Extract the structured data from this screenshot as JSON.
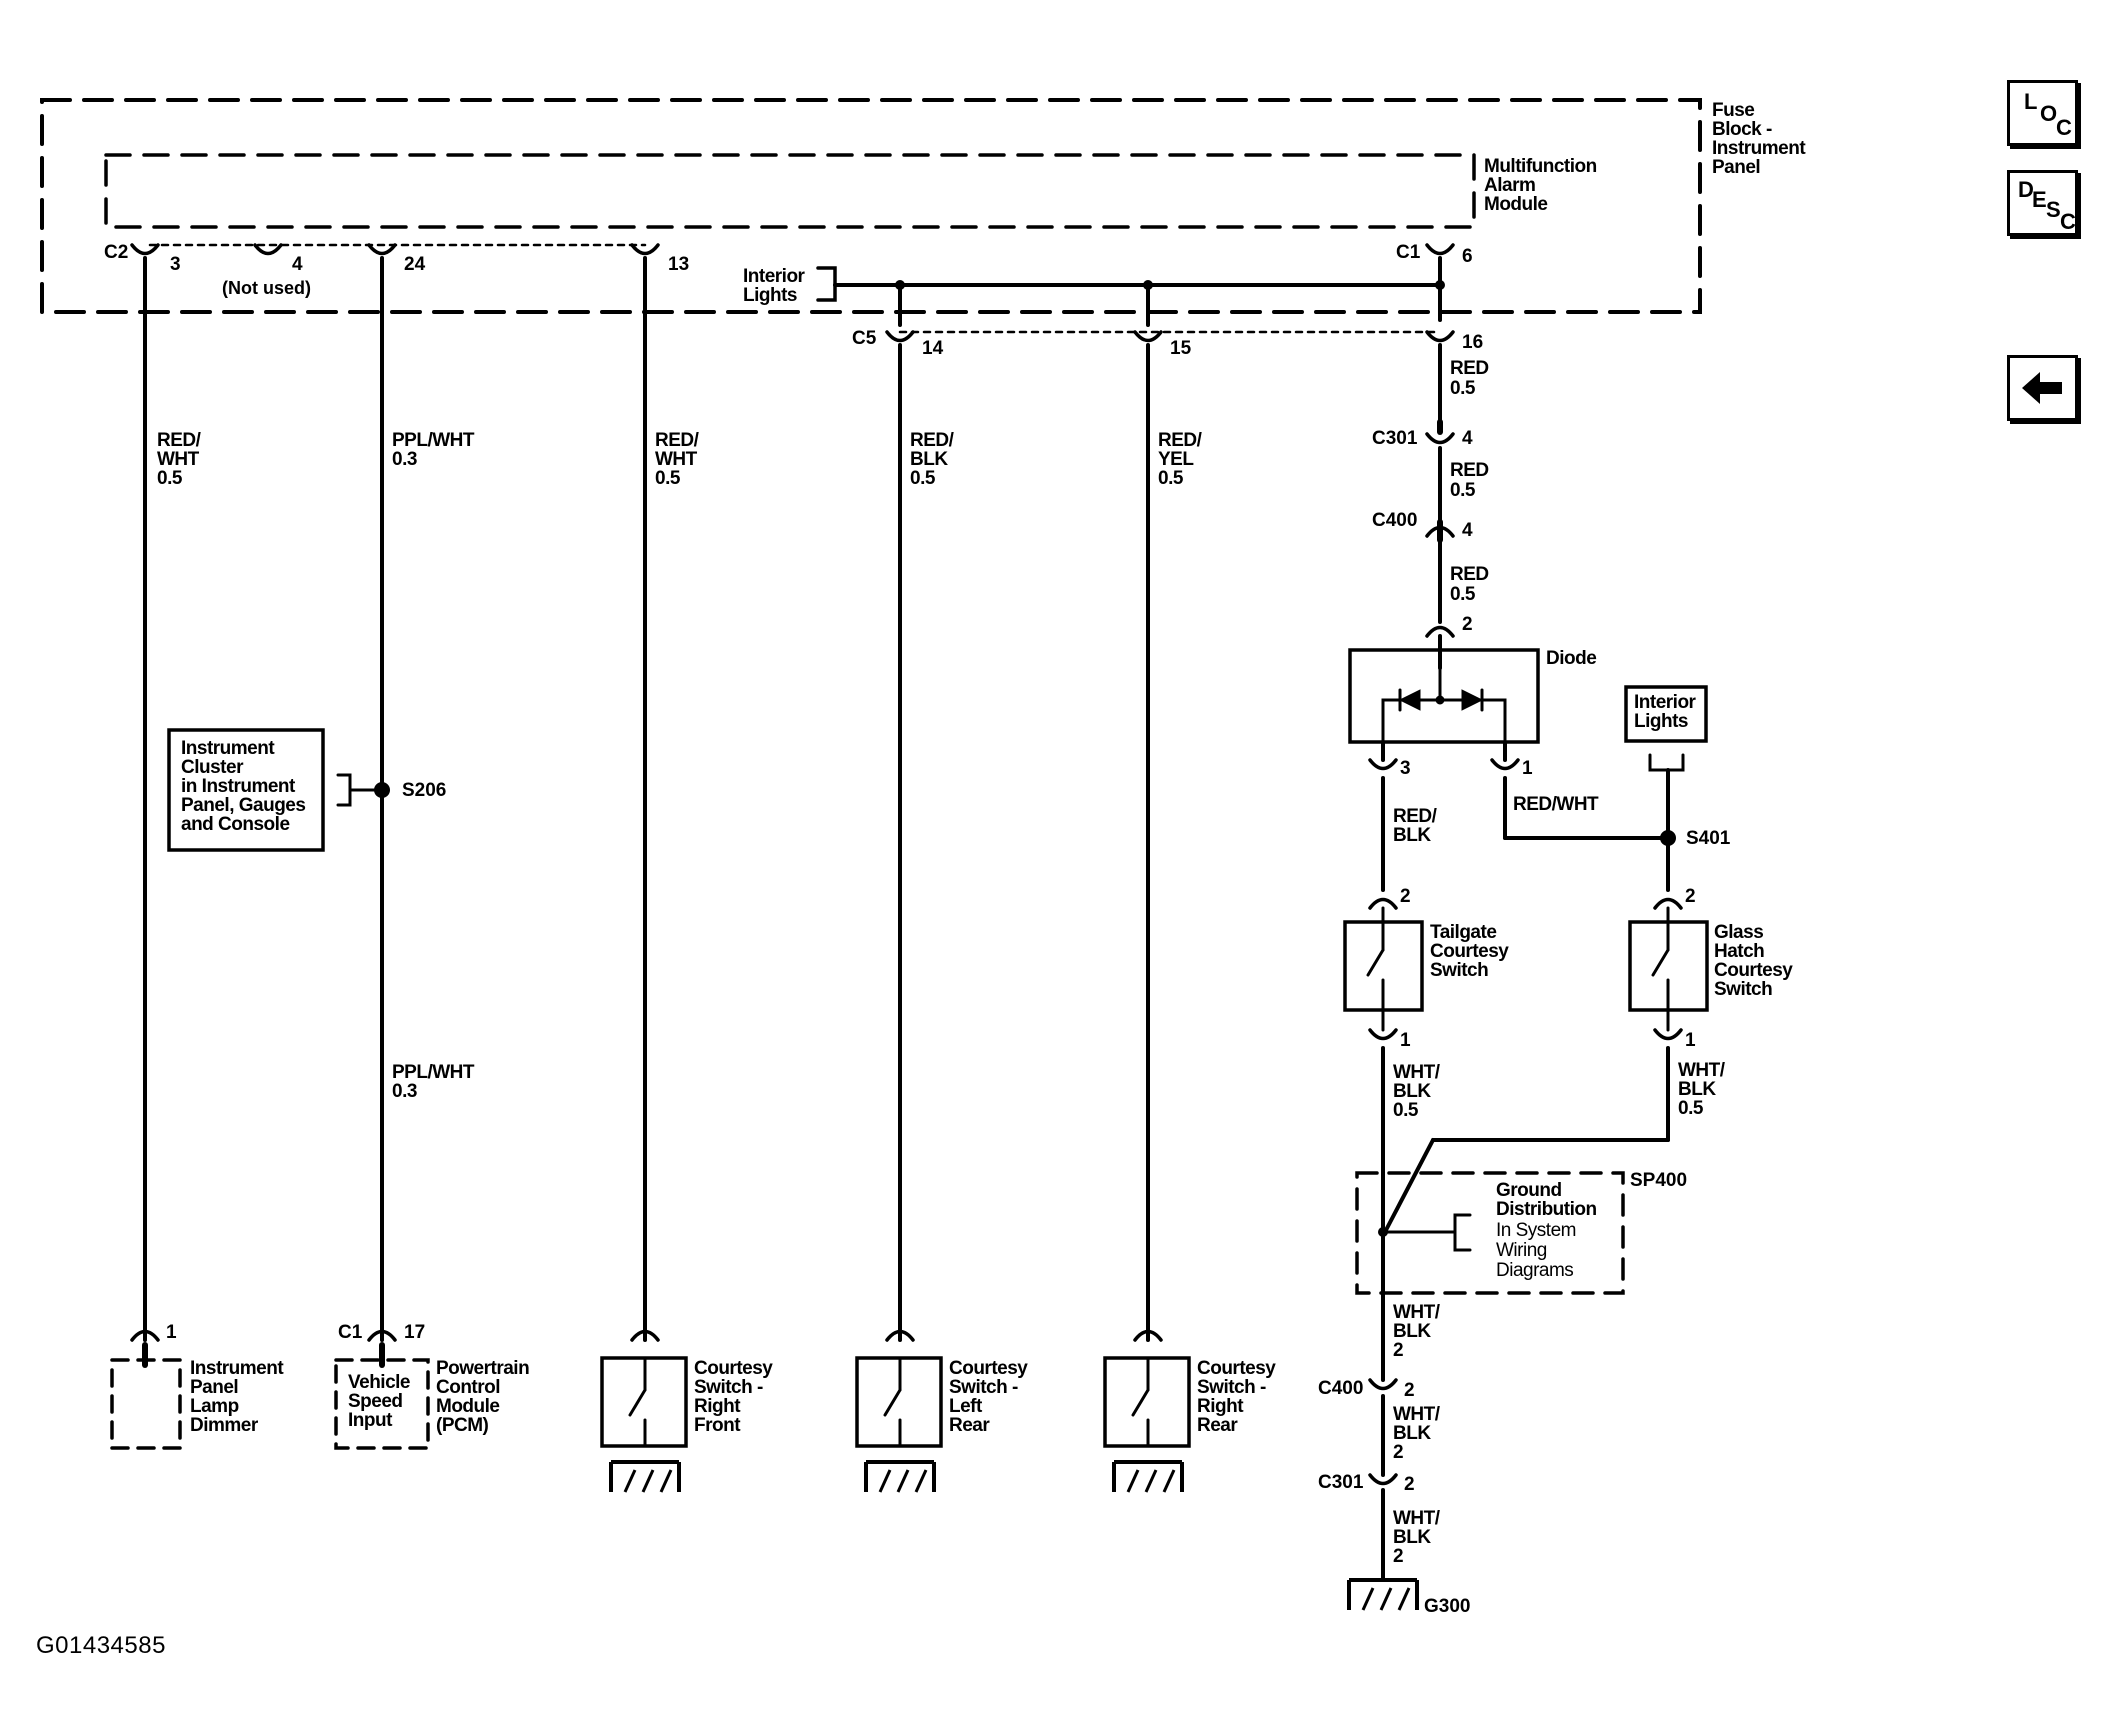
{
  "nav": {
    "loc": {
      "l1": "L",
      "l2": "O",
      "l3": "C"
    },
    "desc": {
      "l1": "D",
      "l2": "E",
      "l3": "S",
      "l4": "C"
    }
  },
  "figure_id": "G01434585",
  "modules": {
    "fuse_block": [
      "Fuse",
      "Block -",
      "Instrument",
      "Panel"
    ],
    "alarm_module": [
      "Multifunction",
      "Alarm",
      "Module"
    ],
    "interior_lights_top": [
      "Interior",
      "Lights"
    ],
    "diode": "Diode",
    "interior_lights_box": [
      "Interior",
      "Lights"
    ],
    "instrument_cluster": [
      "Instrument",
      "Cluster",
      "in Instrument",
      "Panel, Gauges",
      "and Console"
    ],
    "tailgate_switch": [
      "Tailgate",
      "Courtesy",
      "Switch"
    ],
    "glass_hatch_switch": [
      "Glass",
      "Hatch",
      "Courtesy",
      "Switch"
    ],
    "ground_distribution": [
      "Ground",
      "Distribution",
      "In System",
      "Wiring",
      "Diagrams"
    ],
    "dimmer": [
      "Instrument",
      "Panel",
      "Lamp",
      "Dimmer"
    ],
    "vss": [
      "Vehicle",
      "Speed",
      "Input"
    ],
    "pcm": [
      "Powertrain",
      "Control",
      "Module",
      "(PCM)"
    ],
    "cs_rf": [
      "Courtesy",
      "Switch -",
      "Right",
      "Front"
    ],
    "cs_lr": [
      "Courtesy",
      "Switch -",
      "Left",
      "Rear"
    ],
    "cs_rr": [
      "Courtesy",
      "Switch -",
      "Right",
      "Rear"
    ]
  },
  "connectors": {
    "c2": "C2",
    "c2_3": "3",
    "c2_4": "4",
    "not_used": "(Not used)",
    "c2_24": "24",
    "c2_13": "13",
    "c1": "C1",
    "c1_6": "6",
    "c5": "C5",
    "c5_14": "14",
    "c5_15": "15",
    "c5_16": "16",
    "c301a": "C301",
    "c301a_pin": "4",
    "c400a": "C400",
    "c400a_pin": "4",
    "diode_2": "2",
    "diode_3": "3",
    "diode_1": "1",
    "s206": "S206",
    "s401": "S401",
    "sp400": "SP400",
    "tg_2": "2",
    "tg_1": "1",
    "gh_2": "2",
    "gh_1": "1",
    "c400b": "C400",
    "c400b_pin": "2",
    "c301b": "C301",
    "c301b_pin": "2",
    "g300": "G300",
    "dim_1": "1",
    "pcm_c1": "C1",
    "pcm_17": "17"
  },
  "wires": {
    "w_red_wht_a": [
      "RED/",
      "WHT",
      "0.5"
    ],
    "w_ppl_wht_a": [
      "PPL/WHT",
      "0.3"
    ],
    "w_ppl_wht_b": [
      "PPL/WHT",
      "0.3"
    ],
    "w_red_wht_b": [
      "RED/",
      "WHT",
      "0.5"
    ],
    "w_red_blk": [
      "RED/",
      "BLK",
      "0.5"
    ],
    "w_red_yel": [
      "RED/",
      "YEL",
      "0.5"
    ],
    "w_red_1": [
      "RED",
      "0.5"
    ],
    "w_red_2": [
      "RED",
      "0.5"
    ],
    "w_red_3": [
      "RED",
      "0.5"
    ],
    "w_red_blk_diode": [
      "RED/",
      "BLK"
    ],
    "w_red_wht_diode": "RED/WHT",
    "w_wht_blk_tg": [
      "WHT/",
      "BLK",
      "0.5"
    ],
    "w_wht_blk_gh": [
      "WHT/",
      "BLK",
      "0.5"
    ],
    "w_wht_blk_1": [
      "WHT/",
      "BLK",
      "2"
    ],
    "w_wht_blk_2": [
      "WHT/",
      "BLK",
      "2"
    ],
    "w_wht_blk_3": [
      "WHT/",
      "BLK",
      "2"
    ]
  }
}
